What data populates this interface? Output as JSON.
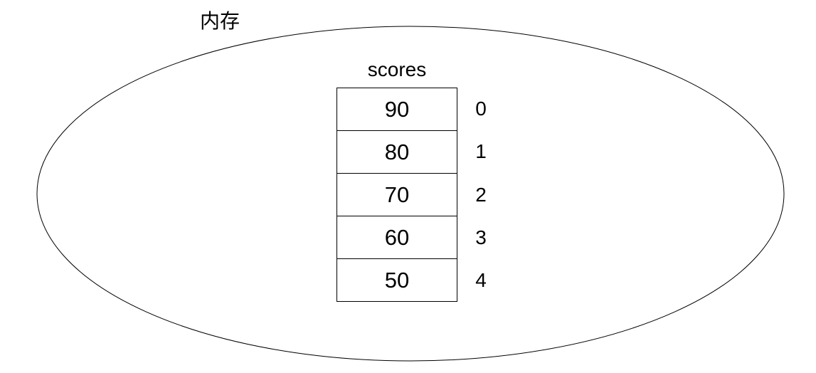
{
  "diagram": {
    "memory_label": "内存",
    "array": {
      "name": "scores",
      "cells": [
        {
          "value": "90",
          "index": "0"
        },
        {
          "value": "80",
          "index": "1"
        },
        {
          "value": "70",
          "index": "2"
        },
        {
          "value": "60",
          "index": "3"
        },
        {
          "value": "50",
          "index": "4"
        }
      ]
    },
    "colors": {
      "outline": "#000000",
      "background": "#ffffff",
      "text": "#000000"
    }
  }
}
